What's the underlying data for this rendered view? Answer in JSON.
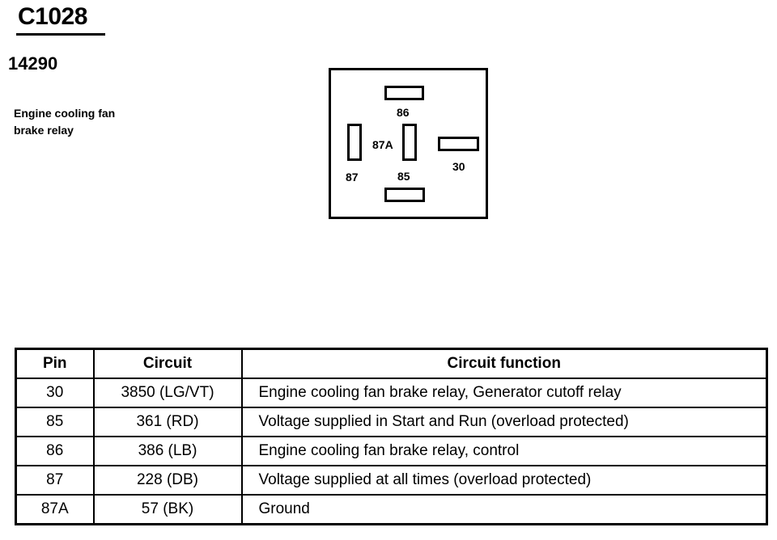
{
  "connector": {
    "id": "C1028",
    "part_number": "14290",
    "description_lines": [
      "Engine cooling fan",
      "brake relay"
    ]
  },
  "diagram": {
    "pin_labels": {
      "p86": "86",
      "p87a": "87A",
      "p87": "87",
      "p85": "85",
      "p30": "30"
    }
  },
  "table": {
    "headers": [
      "Pin",
      "Circuit",
      "Circuit function"
    ],
    "rows": [
      {
        "pin": "30",
        "circuit": "3850 (LG/VT)",
        "function": "Engine cooling fan brake relay, Generator cutoff relay"
      },
      {
        "pin": "85",
        "circuit": "361 (RD)",
        "function": "Voltage supplied in Start and Run (overload protected)"
      },
      {
        "pin": "86",
        "circuit": "386 (LB)",
        "function": "Engine cooling fan brake relay, control"
      },
      {
        "pin": "87",
        "circuit": "228 (DB)",
        "function": "Voltage supplied at all times (overload protected)"
      },
      {
        "pin": "87A",
        "circuit": "57 (BK)",
        "function": "Ground"
      }
    ]
  }
}
